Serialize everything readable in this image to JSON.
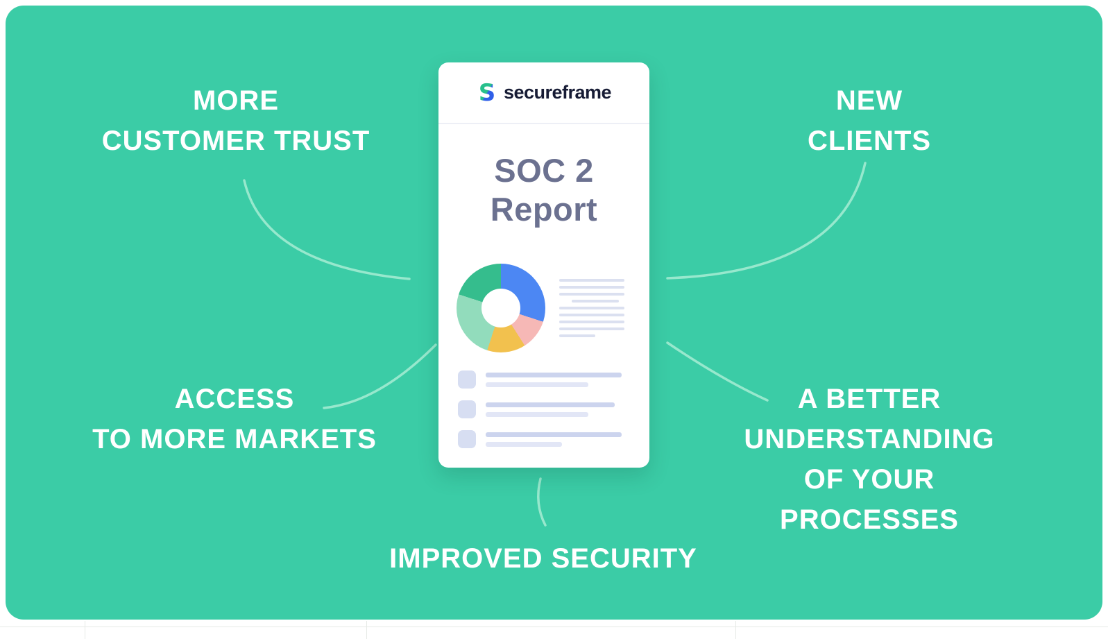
{
  "colors": {
    "background": "#3bcca6",
    "card_bg": "#ffffff",
    "connector": "#97e8cd",
    "label_text": "#ffffff",
    "title_text": "#6b7190",
    "logo_text": "#171c35",
    "placeholder": "#dbe0f0",
    "checkbox": "#d7def2",
    "logo_blue": "#2f5fe8",
    "logo_green": "#27c08c"
  },
  "labels": {
    "top_left": "MORE\nCUSTOMER TRUST",
    "top_right": "NEW\nCLIENTS",
    "mid_left": "ACCESS\nTO MORE MARKETS",
    "mid_right": "A BETTER\nUNDERSTANDING\nOF YOUR\nPROCESSES",
    "bottom": "IMPROVED SECURITY"
  },
  "card": {
    "logo_text": "secureframe",
    "title": "SOC 2\nReport"
  },
  "chart_data": {
    "type": "pie",
    "title": "SOC 2 Report donut chart (decorative, unlabeled)",
    "legend": "none",
    "segments": [
      {
        "label": "blue",
        "value": 30,
        "color": "#4c87f3"
      },
      {
        "label": "pink",
        "value": 11,
        "color": "#f6b8b6"
      },
      {
        "label": "yellow",
        "value": 14,
        "color": "#f2c14e"
      },
      {
        "label": "mint",
        "value": 25,
        "color": "#92dcbc"
      },
      {
        "label": "green",
        "value": 20,
        "color": "#35bd8d"
      }
    ]
  },
  "report_placeholder": {
    "paragraph_lines": [
      {
        "w": 94
      },
      {
        "w": 94
      },
      {
        "w": 94
      },
      {
        "w": 68,
        "align": "center"
      },
      {
        "w": 94
      },
      {
        "w": 94
      },
      {
        "w": 94
      },
      {
        "w": 94
      },
      {
        "w": 52
      }
    ],
    "checklist": [
      {
        "bar1": 196,
        "bar2": 148
      },
      {
        "bar1": 186,
        "bar2": 148
      },
      {
        "bar1": 196,
        "bar2": 110
      }
    ]
  }
}
